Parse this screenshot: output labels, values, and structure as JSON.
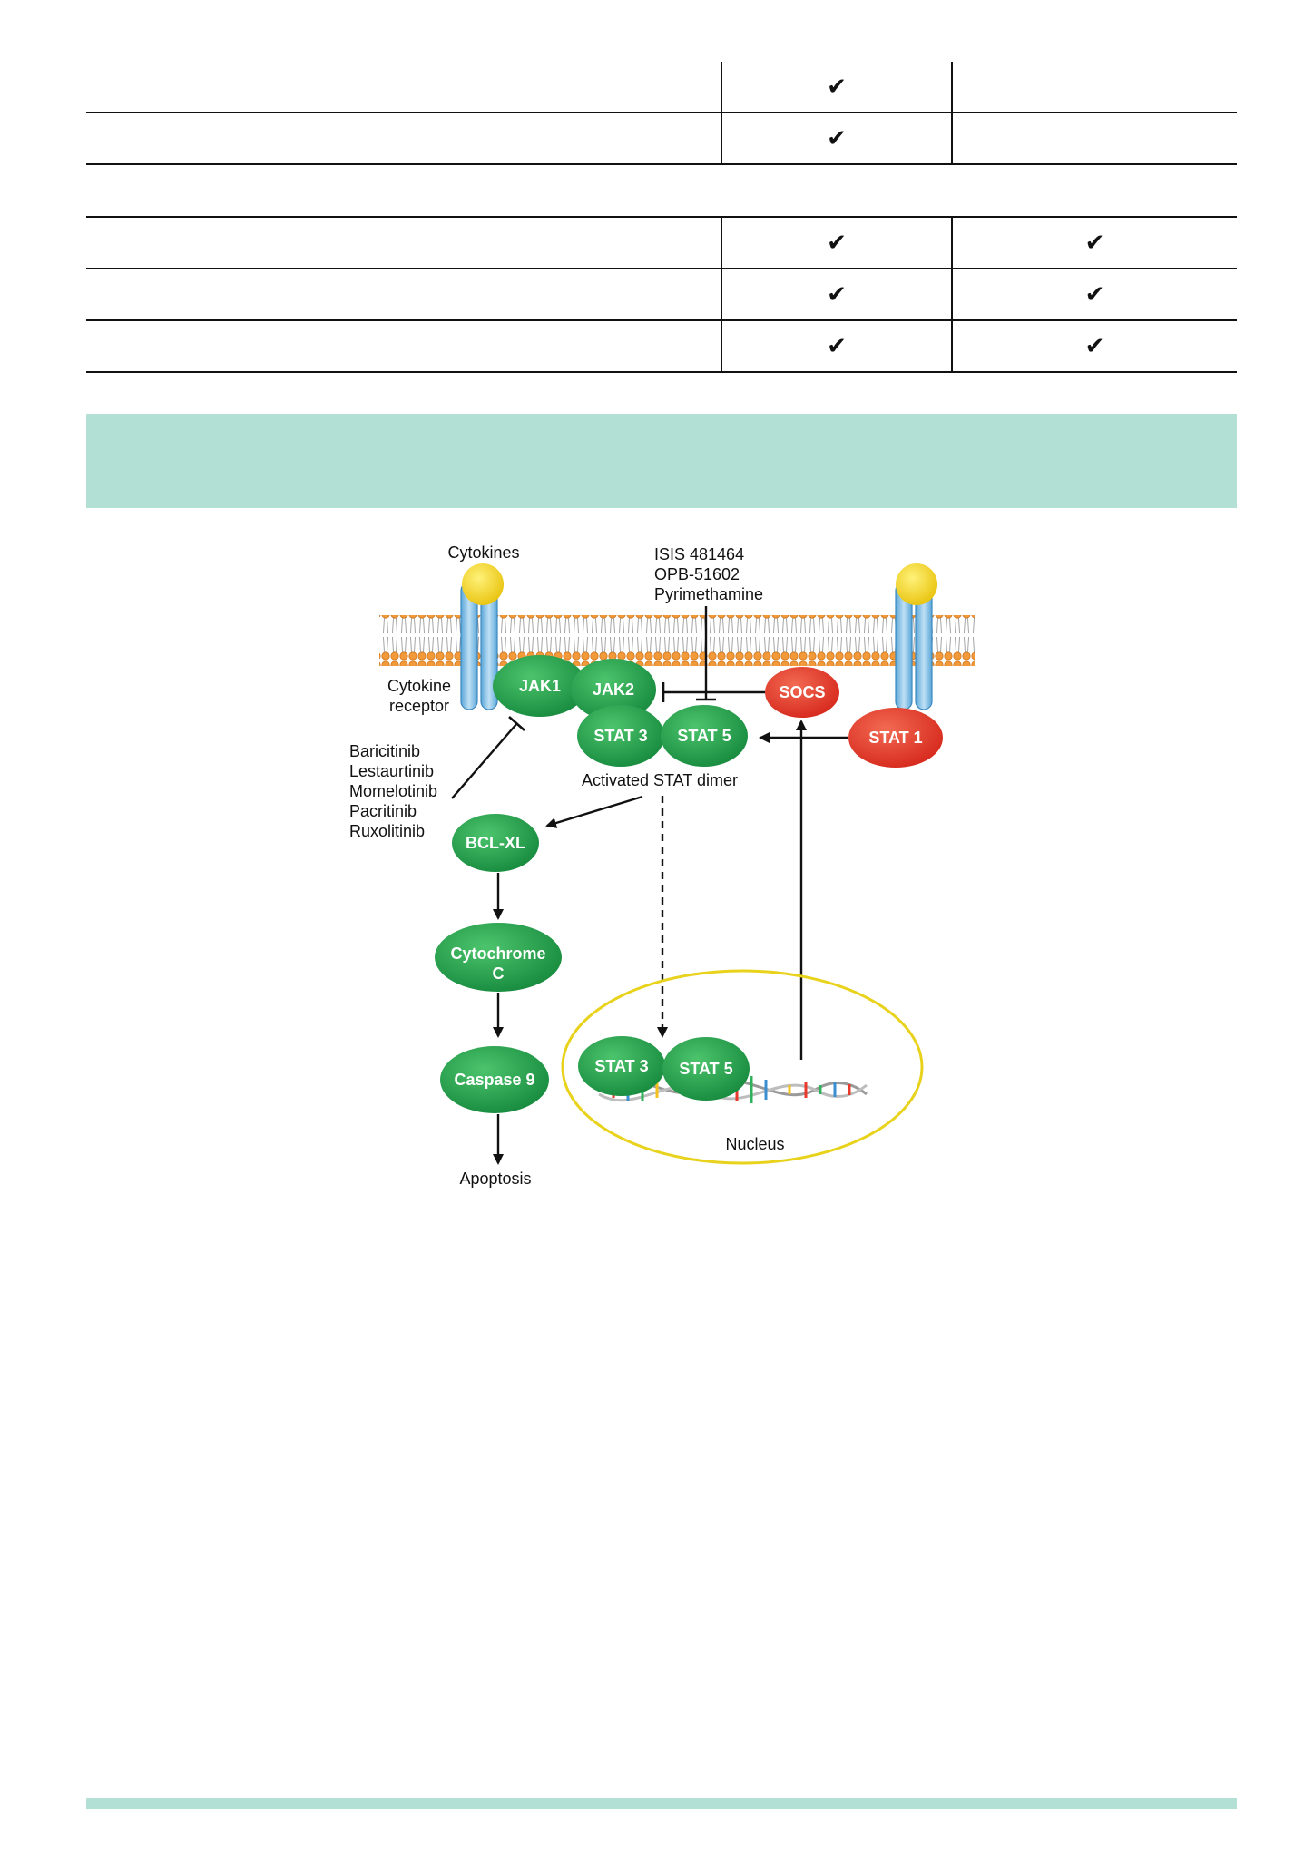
{
  "table": {
    "rows": [
      {
        "col2": "✔",
        "col3": ""
      },
      {
        "col2": "✔",
        "col3": ""
      },
      {
        "col2": "✔",
        "col3": "✔"
      },
      {
        "col2": "✔",
        "col3": "✔"
      },
      {
        "col2": "✔",
        "col3": "✔"
      }
    ]
  },
  "diagram": {
    "cytokines_label": "Cytokines",
    "cytokine_receptor_label": [
      "Cytokine",
      "receptor"
    ],
    "stat_inhibitors": [
      "ISIS 481464",
      "OPB-51602",
      "Pyrimethamine"
    ],
    "jak_inhibitors": [
      "Baricitinib",
      "Lestaurtinib",
      "Momelotinib",
      "Pacritinib",
      "Ruxolitinib"
    ],
    "nodes": {
      "jak1": "JAK1",
      "jak2": "JAK2",
      "stat3": "STAT 3",
      "stat5": "STAT 5",
      "socs": "SOCS",
      "stat1": "STAT 1",
      "bclxl": "BCL-XL",
      "cytochrome": [
        "Cytochrome",
        "C"
      ],
      "caspase9": "Caspase 9",
      "nucleus_stat3": "STAT 3",
      "nucleus_stat5": "STAT 5"
    },
    "activated_dimer_label": "Activated STAT dimer",
    "nucleus_label": "Nucleus",
    "apoptosis_label": "Apoptosis",
    "colors": {
      "green": "#1e9e4a",
      "red": "#e8392a",
      "receptor_blue": "#8ec5e8",
      "ligand_yellow": "#f3d21c",
      "membrane_orange": "#f29a3a",
      "nucleus_outline": "#e8d21c",
      "teal_band": "#b3e0d4"
    }
  }
}
